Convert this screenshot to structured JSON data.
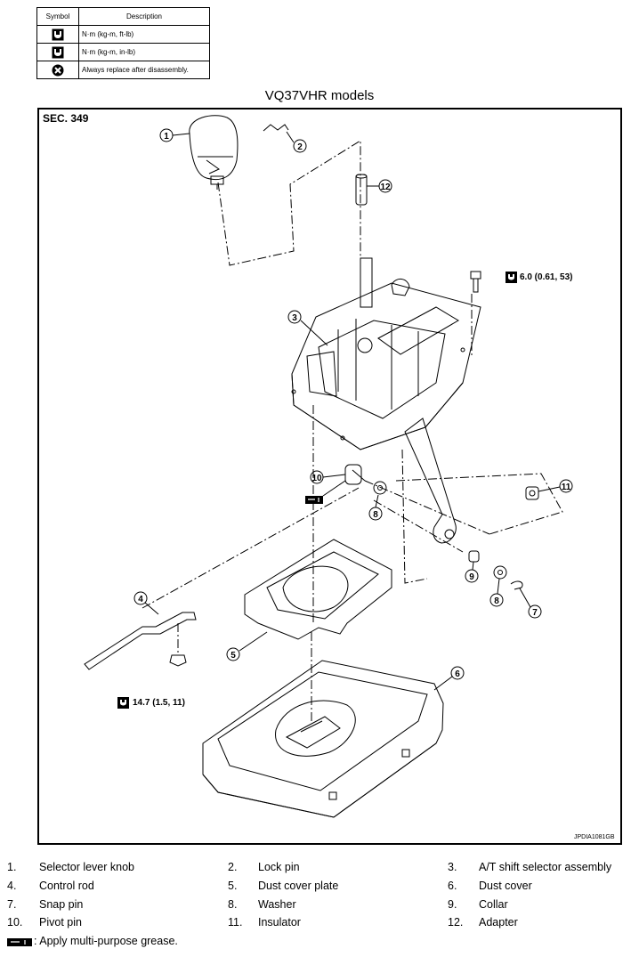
{
  "symbol_table": {
    "header_symbol": "Symbol",
    "header_description": "Description",
    "rows": [
      {
        "icon": "torque-wrench-icon",
        "description": "N·m (kg-m, ft-lb)"
      },
      {
        "icon": "torque-wrench-inlb-icon",
        "description": "N·m (kg-m, in-lb)"
      },
      {
        "icon": "always-replace-icon",
        "description": "Always replace after disassembly."
      }
    ]
  },
  "title": "VQ37VHR models",
  "section": "SEC. 349",
  "figure_code": "JPDIA1081GB",
  "callouts": [
    "1",
    "2",
    "3",
    "4",
    "5",
    "6",
    "7",
    "8",
    "8",
    "9",
    "10",
    "11",
    "12"
  ],
  "torque_upper": "6.0 (0.61, 53)",
  "torque_lower": "14.7 (1.5, 11)",
  "legend": [
    {
      "num": "1.",
      "label": "Selector lever knob"
    },
    {
      "num": "2.",
      "label": "Lock pin"
    },
    {
      "num": "3.",
      "label": "A/T shift selector assembly"
    },
    {
      "num": "4.",
      "label": "Control rod"
    },
    {
      "num": "5.",
      "label": "Dust cover plate"
    },
    {
      "num": "6.",
      "label": "Dust cover"
    },
    {
      "num": "7.",
      "label": "Snap pin"
    },
    {
      "num": "8.",
      "label": "Washer"
    },
    {
      "num": "9.",
      "label": "Collar"
    },
    {
      "num": "10.",
      "label": "Pivot pin"
    },
    {
      "num": "11.",
      "label": "Insulator"
    },
    {
      "num": "12.",
      "label": "Adapter"
    }
  ],
  "grease_note": ": Apply multi-purpose grease."
}
